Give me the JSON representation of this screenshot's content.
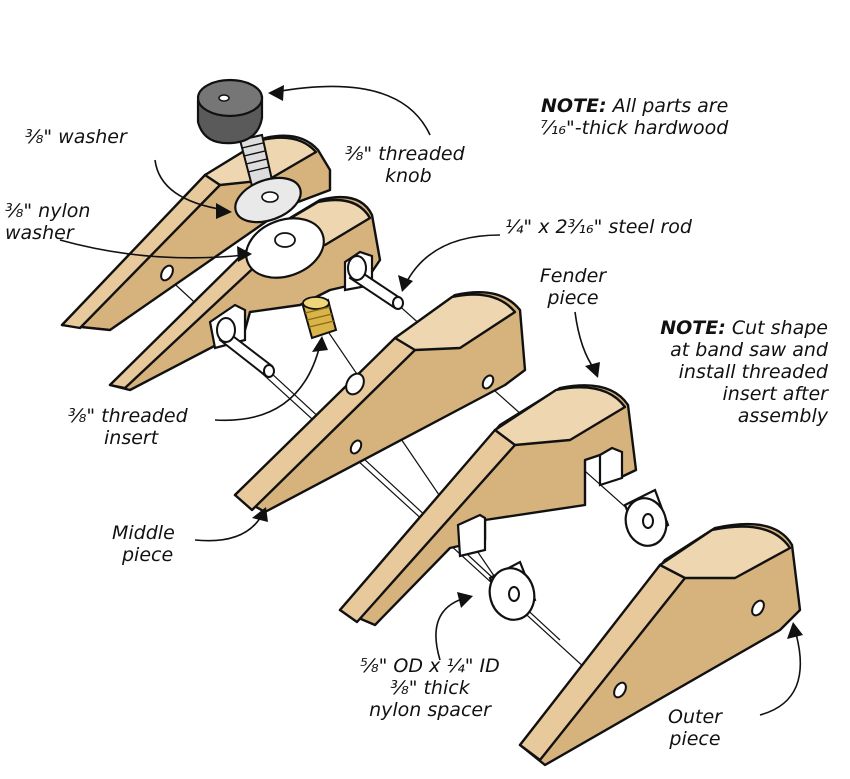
{
  "notes": {
    "materials": {
      "bold": "NOTE:",
      "line1_rest": " All parts are",
      "line2": "⁷⁄₁₆\"-thick hardwood"
    },
    "cut_shape": {
      "bold": "NOTE:",
      "line1_rest": " Cut shape",
      "line2": "at band saw and",
      "line3": "install threaded",
      "line4": "insert after",
      "line5": "assembly"
    }
  },
  "labels": {
    "washer": "³⁄₈\" washer",
    "threaded_knob_1": "³⁄₈\" threaded",
    "threaded_knob_2": "knob",
    "nylon_washer_1": "³⁄₈\" nylon",
    "nylon_washer_2": "washer",
    "steel_rod": "¼\" x 2³⁄₁₆\" steel rod",
    "fender_1": "Fender",
    "fender_2": "piece",
    "insert_1": "³⁄₈\" threaded",
    "insert_2": "insert",
    "middle_1": "Middle",
    "middle_2": "piece",
    "spacer_1": "⁵⁄₈\" OD x ¼\" ID",
    "spacer_2": "³⁄₈\" thick",
    "spacer_3": "nylon spacer",
    "outer_1": "Outer",
    "outer_2": "piece"
  },
  "colors": {
    "wood": "#e7c99c",
    "wood_dark": "#d6b27d",
    "knob": "#5a5a5a",
    "brass": "#d9b44a",
    "line": "#111111"
  }
}
